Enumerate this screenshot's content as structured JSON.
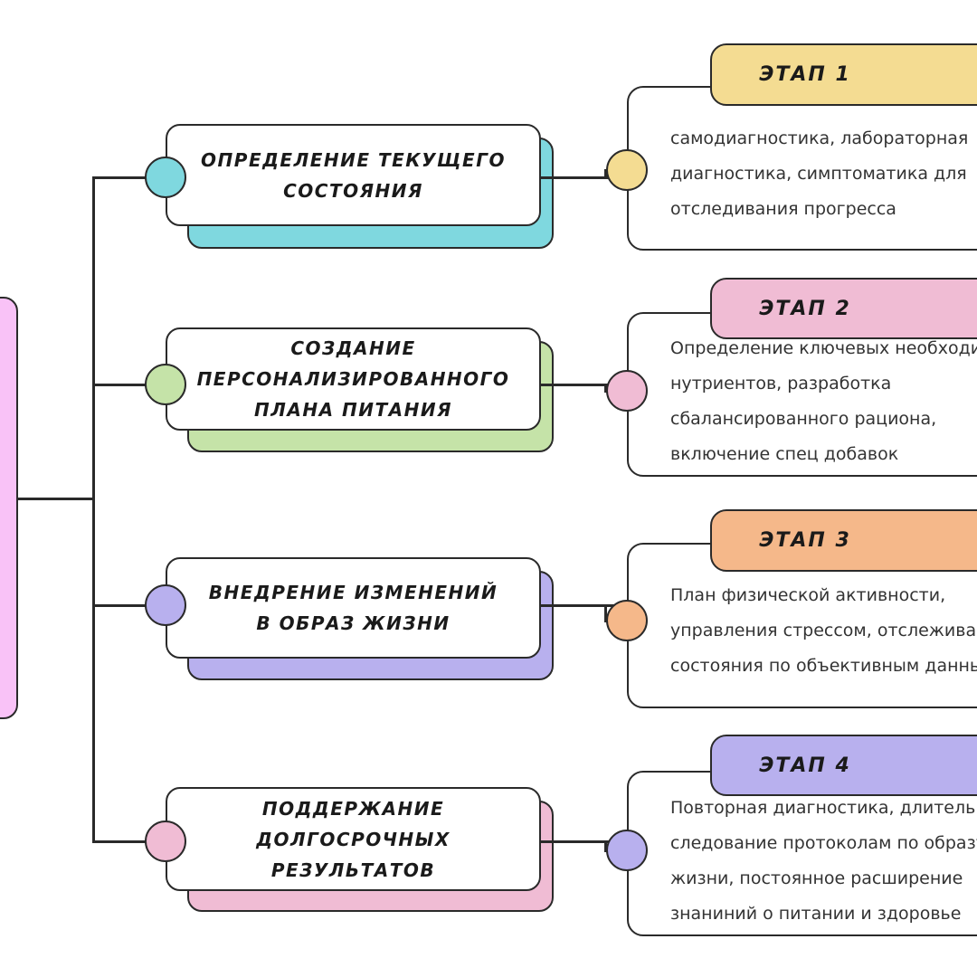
{
  "colors": {
    "root": "#f9c2f7",
    "teal": "#7fd8df",
    "green": "#c5e3a8",
    "purple": "#b8b0ee",
    "pink": "#f0bcd4",
    "yellow": "#f4dc92",
    "orange": "#f5b88a"
  },
  "steps": [
    {
      "title_lines": [
        "Определение текущего",
        "состояния"
      ],
      "stage_label": "ЭТАП 1",
      "description_lines": [
        "самодиагностика, лабораторная",
        "диагностика, симптоматика для",
        "отследивания прогресса"
      ]
    },
    {
      "title_lines": [
        "Создание",
        "персонализированного",
        "плана питания"
      ],
      "stage_label": "ЭТАП 2",
      "description_lines": [
        "Определение ключевых необходимых",
        "нутриентов, разработка",
        "сбалансированного рациона,",
        "включение спец добавок"
      ]
    },
    {
      "title_lines": [
        "Внедрение изменений",
        "в образ жизни"
      ],
      "stage_label": "ЭТАП 3",
      "description_lines": [
        "План физической активности,",
        "управления стрессом, отслеживание",
        "состояния по объективным данным"
      ]
    },
    {
      "title_lines": [
        "Поддержание",
        "долгосрочных",
        "результатов"
      ],
      "stage_label": "ЭТАП 4",
      "description_lines": [
        "Повторная диагностика, длительное",
        "следование протоколам по образу",
        "жизни, постоянное расширение",
        "знаниний о питании и здоровье"
      ]
    }
  ]
}
